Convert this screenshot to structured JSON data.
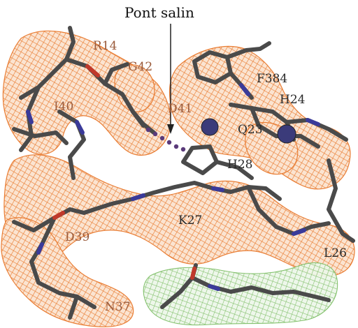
{
  "figure": {
    "annotation": "Pont salin",
    "colors": {
      "density_mesh": "#e8772a",
      "density_mesh_secondary": "#7fbf68",
      "backbone": "#4a4a4a",
      "nitrogen": "#3a3a9a",
      "oxygen": "#c0392b",
      "label_brown": "#9a5a3a",
      "label_dark": "#2a2a2a"
    },
    "residues": [
      {
        "name": "R14"
      },
      {
        "name": "G42"
      },
      {
        "name": "I40"
      },
      {
        "name": "D41"
      },
      {
        "name": "F384"
      },
      {
        "name": "H24"
      },
      {
        "name": "Q23"
      },
      {
        "name": "H28"
      },
      {
        "name": "K27"
      },
      {
        "name": "D39"
      },
      {
        "name": "L26"
      },
      {
        "name": "N37"
      }
    ]
  }
}
